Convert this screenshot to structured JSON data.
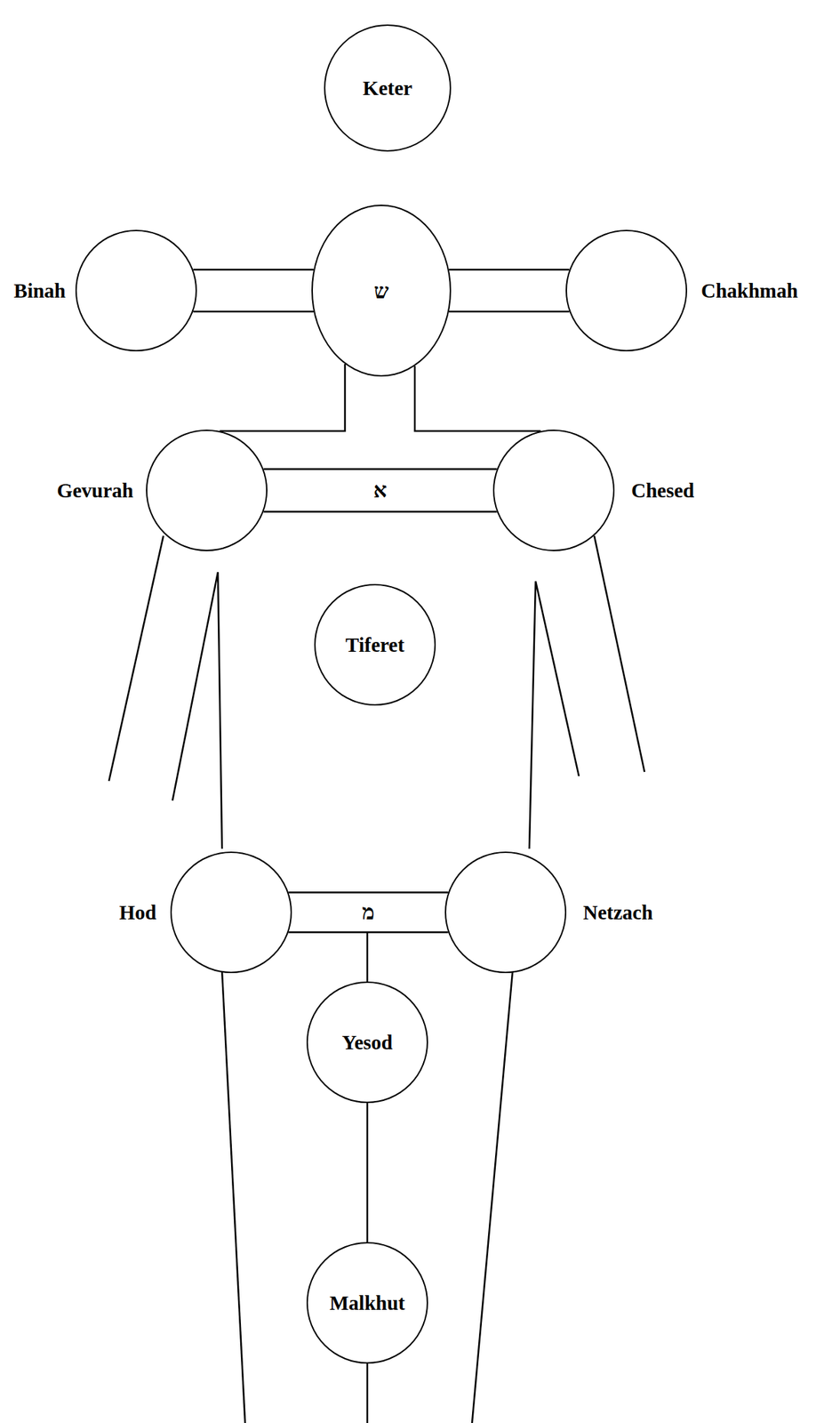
{
  "diagram": {
    "nodes": [
      {
        "text": [
          "Keter"
        ]
      },
      {
        "text": [
          "Binah"
        ]
      },
      {
        "text": [
          "ש"
        ]
      },
      {
        "text": [
          "Chakhmah"
        ]
      },
      {
        "text": [
          "Gevurah"
        ]
      },
      {
        "text": [
          "Chesed"
        ]
      },
      {
        "text": [
          "Tiferet"
        ]
      },
      {
        "text": [
          "Hod"
        ]
      },
      {
        "text": [
          "Netzach"
        ]
      },
      {
        "text": [
          "Yesod"
        ]
      },
      {
        "text": [
          "Malkhut"
        ]
      }
    ],
    "edges": [
      {
        "from": 1,
        "to": 2,
        "arrow": "none"
      },
      {
        "from": 2,
        "to": 3,
        "arrow": "none"
      },
      {
        "from": 2,
        "to": 4,
        "arrow": "none"
      },
      {
        "from": 2,
        "to": 5,
        "arrow": "none"
      },
      {
        "from": 4,
        "to": 5,
        "label": "א",
        "arrow": "none"
      },
      {
        "from": 7,
        "to": 8,
        "label": "מ",
        "arrow": "none"
      },
      {
        "from": 9,
        "to": 10,
        "arrow": "none"
      }
    ]
  }
}
